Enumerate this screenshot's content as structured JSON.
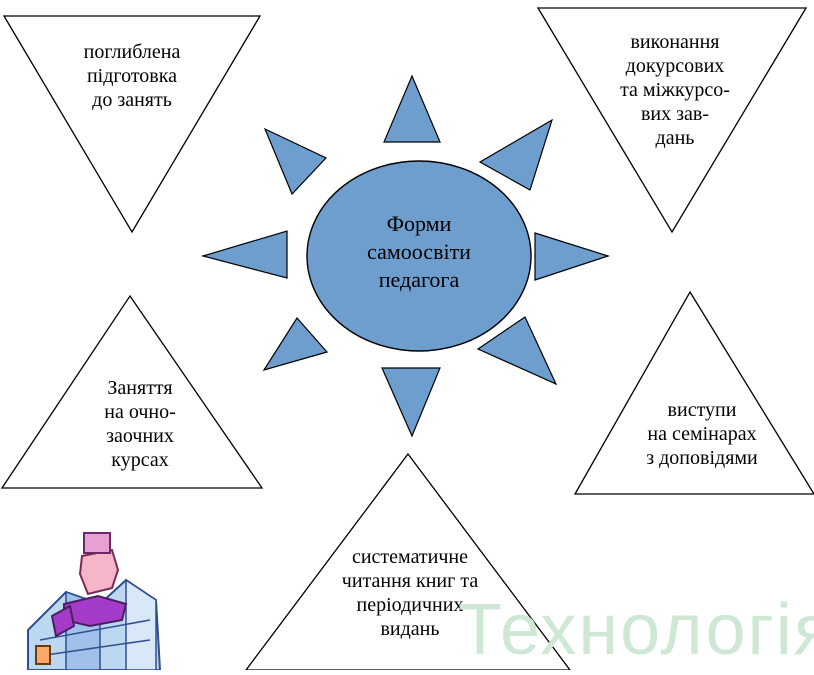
{
  "center": {
    "label": "Форми\nсамоосвіти\nпедагога"
  },
  "shapes": [
    {
      "id": "top-left",
      "label": "поглиблена\nпідготовка\nдо занять"
    },
    {
      "id": "top-right",
      "label": "виконання\nдокурсових\nта міжкурсо-\nвих зав-\nдань"
    },
    {
      "id": "mid-left",
      "label": "Заняття\nна очно-\nзаочних\nкурсах"
    },
    {
      "id": "mid-right",
      "label": "виступи\nна семінарах\nз доповідями"
    },
    {
      "id": "bottom",
      "label": "систематичне\nчитання книг та\nперіодичних\nвидань"
    }
  ],
  "watermark": "Технологія с",
  "colors": {
    "sun_fill": "#6d9ece",
    "sun_stroke": "#000000",
    "watermark": "#cfe8d6"
  }
}
